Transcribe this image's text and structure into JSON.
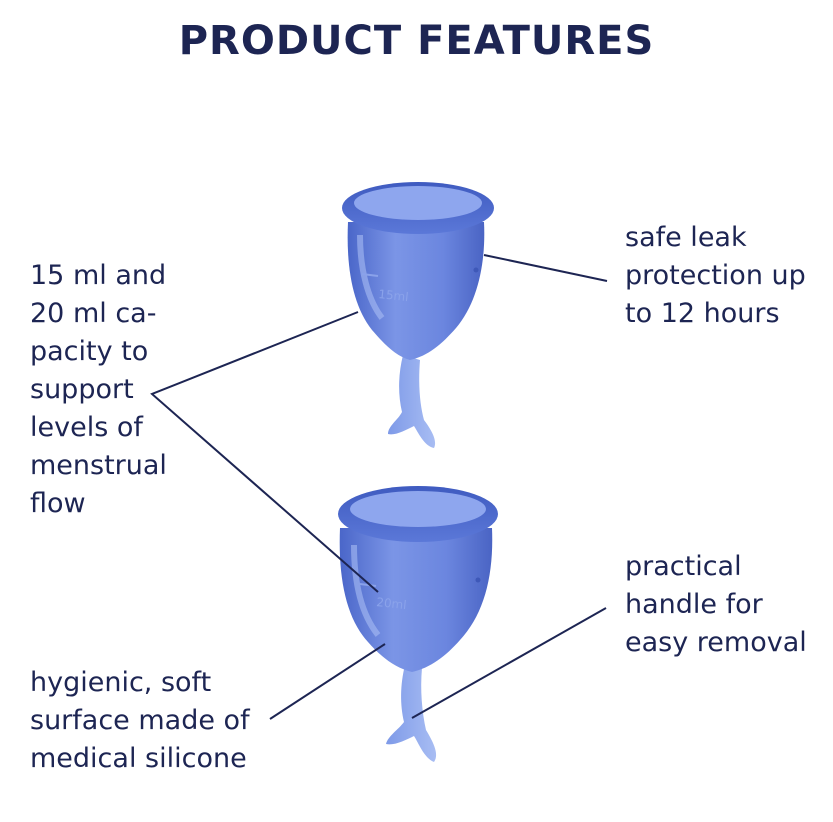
{
  "title": "PRODUCT FEATURES",
  "features": {
    "capacity": "15 ml and\n20 ml ca-\npacity to\nsupport\nlevels of\nmenstrual\nflow",
    "leak": "safe leak\nprotection up\nto 12 hours",
    "handle": "practical\nhandle for\neasy removal",
    "surface": "hygienic, soft\nsurface made of\nmedical silicone"
  },
  "cups": {
    "top_marking": "15ml",
    "bottom_marking": "20ml"
  },
  "colors": {
    "text": "#1d2553",
    "cup": "#5b78d8",
    "line": "#1d2553"
  }
}
